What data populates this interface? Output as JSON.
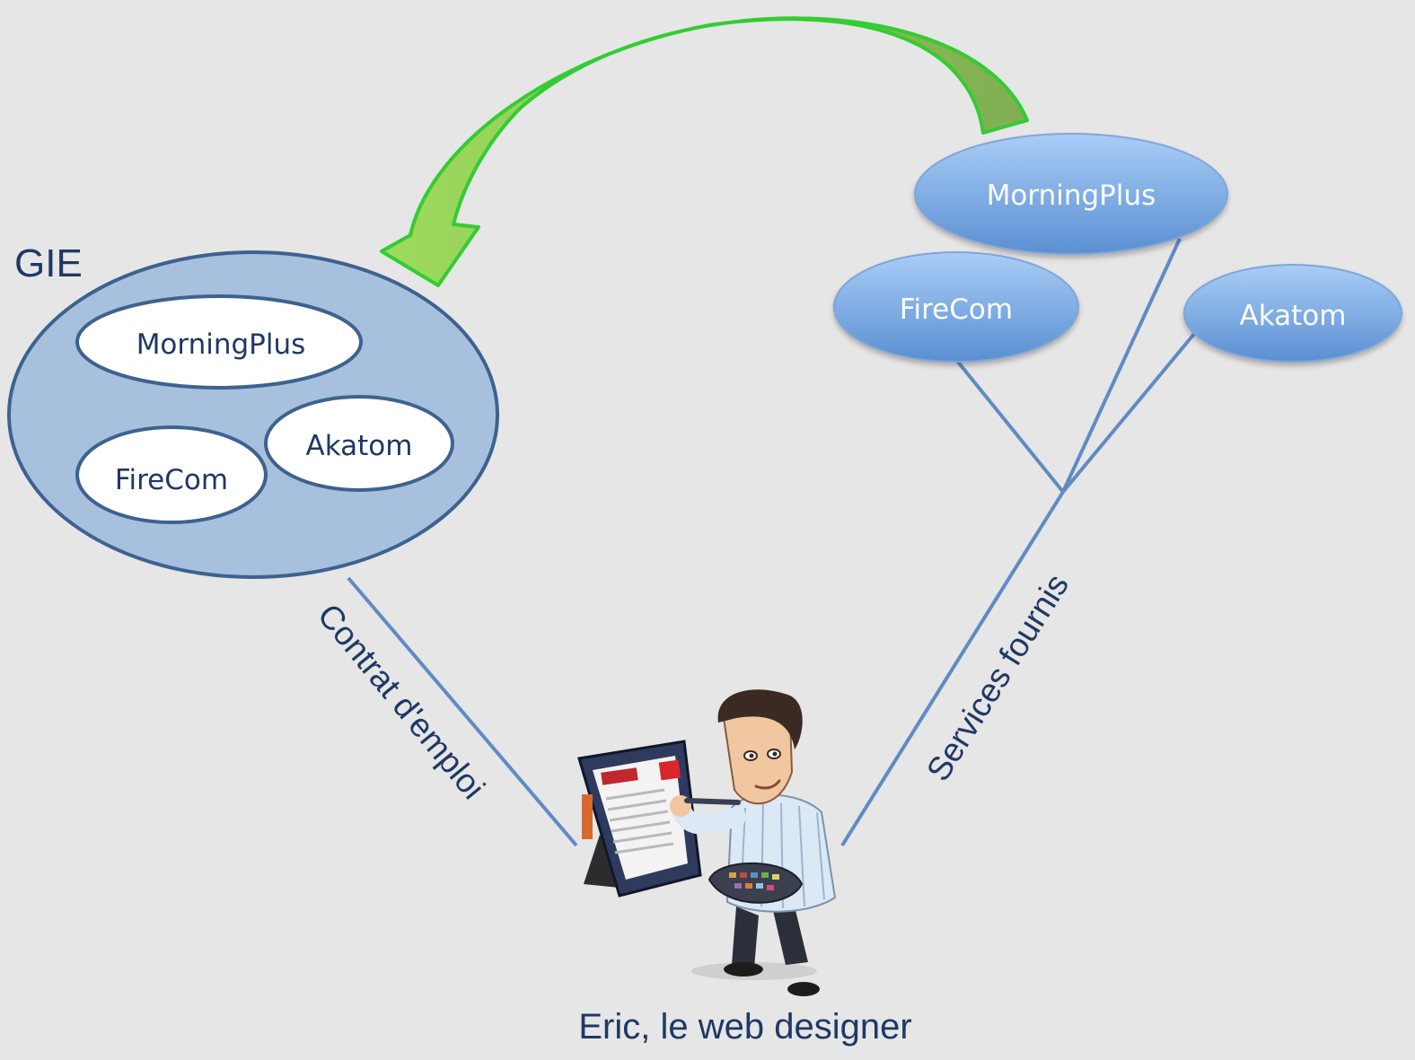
{
  "gie_label": "GIE",
  "gie_members": [
    {
      "name": "MorningPlus"
    },
    {
      "name": "Akatom"
    },
    {
      "name": "FireCom"
    }
  ],
  "companies": [
    {
      "name": "MorningPlus"
    },
    {
      "name": "FireCom"
    },
    {
      "name": "Akatom"
    }
  ],
  "links": {
    "contract_label": "Contrat d'emploi",
    "services_label": "Services fournis"
  },
  "person": {
    "caption": "Eric, le web designer",
    "illustration": "designer-with-tablet-illustration"
  },
  "colors": {
    "background": "#e6e6e6",
    "gie_fill": "#a7c0de",
    "gie_stroke": "#3e628f",
    "company_fill_top": "#a6c9f2",
    "company_fill_bottom": "#5b8fd0",
    "line": "#5f8bc4",
    "text_dark": "#1f3864",
    "arrow_light": "#9bd65a",
    "arrow_dark": "#7fb053",
    "arrow_stroke": "#33cc33"
  }
}
